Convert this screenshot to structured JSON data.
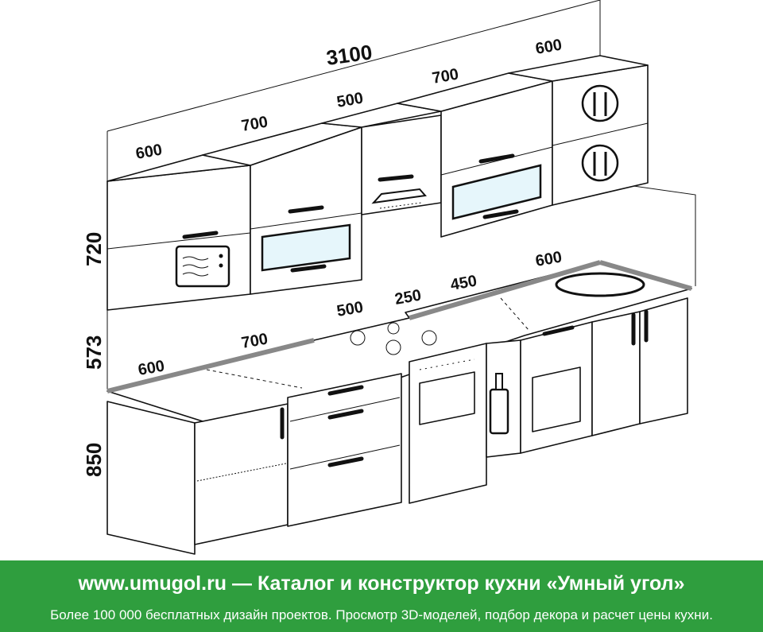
{
  "dimensions": {
    "total_width": "3100",
    "upper_600_left": "600",
    "upper_700_left": "700",
    "upper_500": "500",
    "upper_700_right": "700",
    "upper_600_right": "600",
    "height_upper": "720",
    "height_middle": "573",
    "height_lower": "850",
    "lower_600": "600",
    "lower_700": "700",
    "lower_500": "500",
    "lower_250": "250",
    "lower_450": "450",
    "lower_600_right": "600"
  },
  "footer": {
    "title": "www.umugol.ru — Каталог и конструктор кухни «Умный угол»",
    "subtitle": "Более 100 000 бесплатных дизайн проектов. Просмотр 3D-моделей, подбор декора и расчет цены кухни."
  }
}
